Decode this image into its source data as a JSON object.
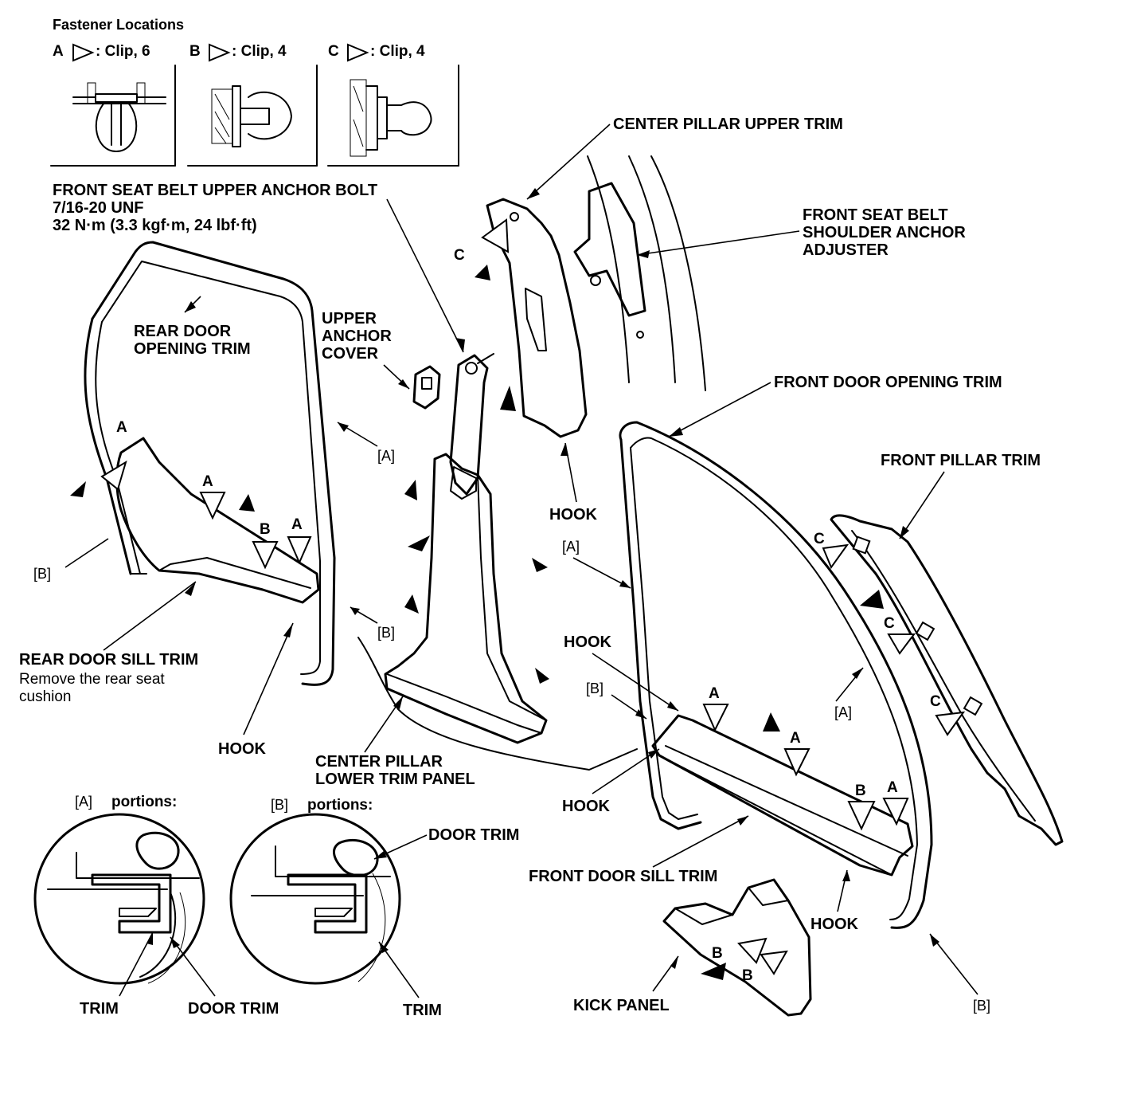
{
  "fastener_header": {
    "title": "Fastener Locations",
    "items": [
      {
        "letter": "A",
        "text": ": Clip, 6"
      },
      {
        "letter": "B",
        "text": ": Clip, 4"
      },
      {
        "letter": "C",
        "text": ": Clip, 4"
      }
    ]
  },
  "bolt_callout": {
    "line1": "FRONT SEAT BELT UPPER ANCHOR BOLT",
    "line2": "7/16-20 UNF",
    "line3": "32 N·m (3.3 kgf·m, 24 lbf·ft)"
  },
  "labels": {
    "center_pillar_upper_trim": "CENTER PILLAR UPPER TRIM",
    "shoulder_adjuster_1": "FRONT SEAT BELT",
    "shoulder_adjuster_2": "SHOULDER ANCHOR",
    "shoulder_adjuster_3": "ADJUSTER",
    "rear_door_opening_trim_1": "REAR DOOR",
    "rear_door_opening_trim_2": "OPENING TRIM",
    "upper_anchor_cover_1": "UPPER",
    "upper_anchor_cover_2": "ANCHOR",
    "upper_anchor_cover_3": "COVER",
    "front_door_opening_trim": "FRONT DOOR OPENING TRIM",
    "front_pillar_trim": "FRONT PILLAR TRIM",
    "rear_door_sill_trim": "REAR DOOR SILL TRIM",
    "rear_sill_note_1": "Remove the rear seat",
    "rear_sill_note_2": "cushion",
    "center_pillar_lower_1": "CENTER PILLAR",
    "center_pillar_lower_2": "LOWER TRIM PANEL",
    "front_door_sill_trim": "FRONT DOOR SILL TRIM",
    "kick_panel": "KICK PANEL",
    "hook": "HOOK",
    "door_trim": "DOOR TRIM",
    "trim": "TRIM"
  },
  "brackets": {
    "a": "[A]",
    "b": "[B]"
  },
  "portions": {
    "a": "portions:",
    "b": "portions:"
  },
  "clip_letters": {
    "a": "A",
    "b": "B",
    "c": "C"
  }
}
